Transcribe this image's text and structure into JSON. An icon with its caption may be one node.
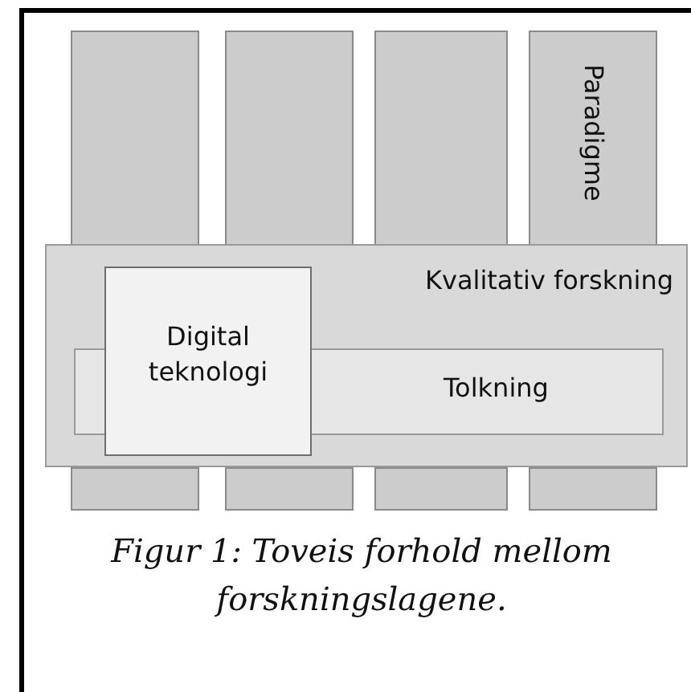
{
  "diagram": {
    "caption": "Figur 1: Toveis forhold mellom forskningslagene.",
    "nodes": [
      {
        "text": [],
        "shape": "bar"
      },
      {
        "text": [],
        "shape": "bar"
      },
      {
        "text": [],
        "shape": "bar"
      },
      {
        "text": [
          "Paradigme"
        ]
      },
      {
        "text": [
          "Kvalitativ forskning"
        ]
      },
      {
        "text": [
          "Digital teknologi"
        ],
        "in": 4
      },
      {
        "text": [
          "Tolkning"
        ],
        "in": 4
      },
      {
        "text": [],
        "shape": "bar"
      },
      {
        "text": [],
        "shape": "bar"
      },
      {
        "text": [],
        "shape": "bar"
      },
      {
        "text": [],
        "shape": "bar"
      }
    ]
  }
}
